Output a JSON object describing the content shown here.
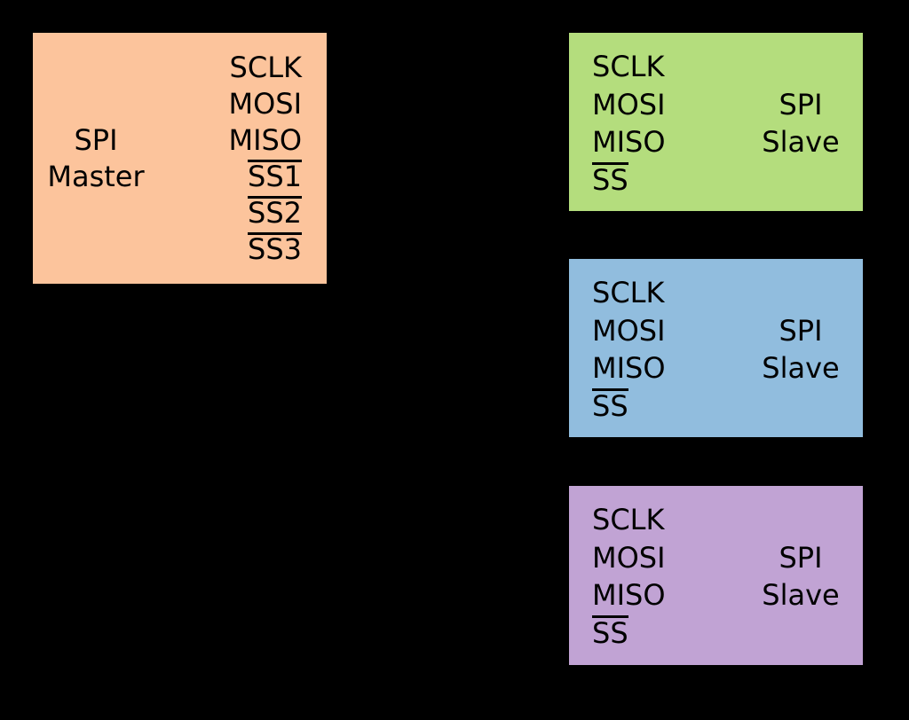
{
  "canvas": {
    "background": "#000000",
    "text_color": "#000000"
  },
  "master": {
    "color": "#fcc49c",
    "title": {
      "line1": "SPI",
      "line2": "Master"
    },
    "pins": {
      "sclk": "SCLK",
      "mosi": "MOSI",
      "miso": "MISO",
      "ss1": "SS1",
      "ss2": "SS2",
      "ss3": "SS3"
    }
  },
  "slaves": [
    {
      "color": "#b4dd7d",
      "title": {
        "line1": "SPI",
        "line2": "Slave"
      },
      "pins": {
        "sclk": "SCLK",
        "mosi": "MOSI",
        "miso": "MISO",
        "ss": "SS"
      }
    },
    {
      "color": "#91bdde",
      "title": {
        "line1": "SPI",
        "line2": "Slave"
      },
      "pins": {
        "sclk": "SCLK",
        "mosi": "MOSI",
        "miso": "MISO",
        "ss": "SS"
      }
    },
    {
      "color": "#c1a3d4",
      "title": {
        "line1": "SPI",
        "line2": "Slave"
      },
      "pins": {
        "sclk": "SCLK",
        "mosi": "MOSI",
        "miso": "MISO",
        "ss": "SS"
      }
    }
  ]
}
